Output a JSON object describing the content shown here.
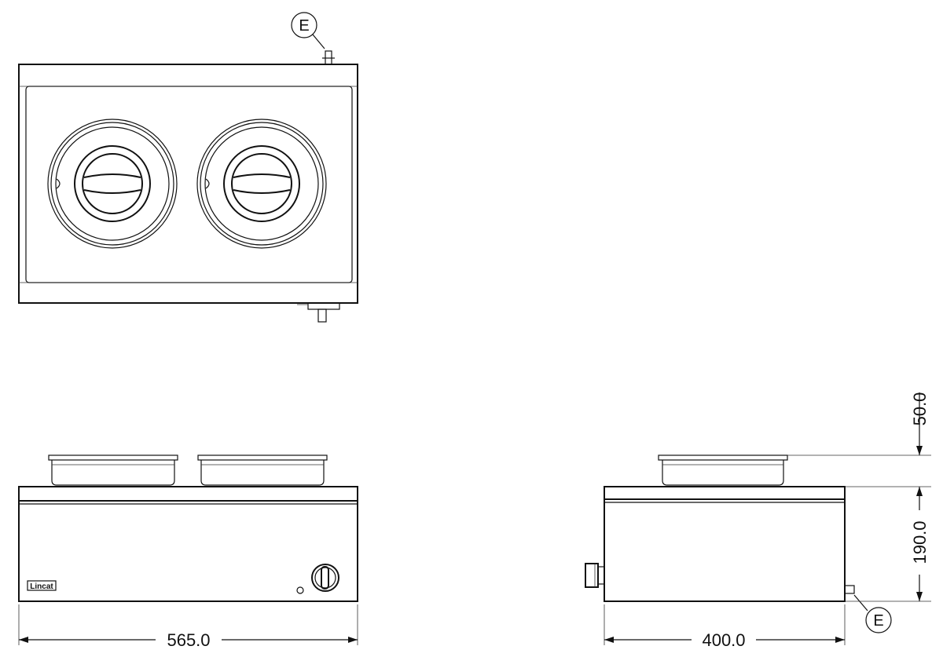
{
  "dimensions": {
    "width": "565.0",
    "depth": "400.0",
    "height_body": "190.0",
    "height_pot": "50.0"
  },
  "callouts": {
    "top_view": "E",
    "side_view": "E"
  },
  "brand_label": "Lincat",
  "colors": {
    "line": "#111111",
    "background": "#ffffff"
  }
}
